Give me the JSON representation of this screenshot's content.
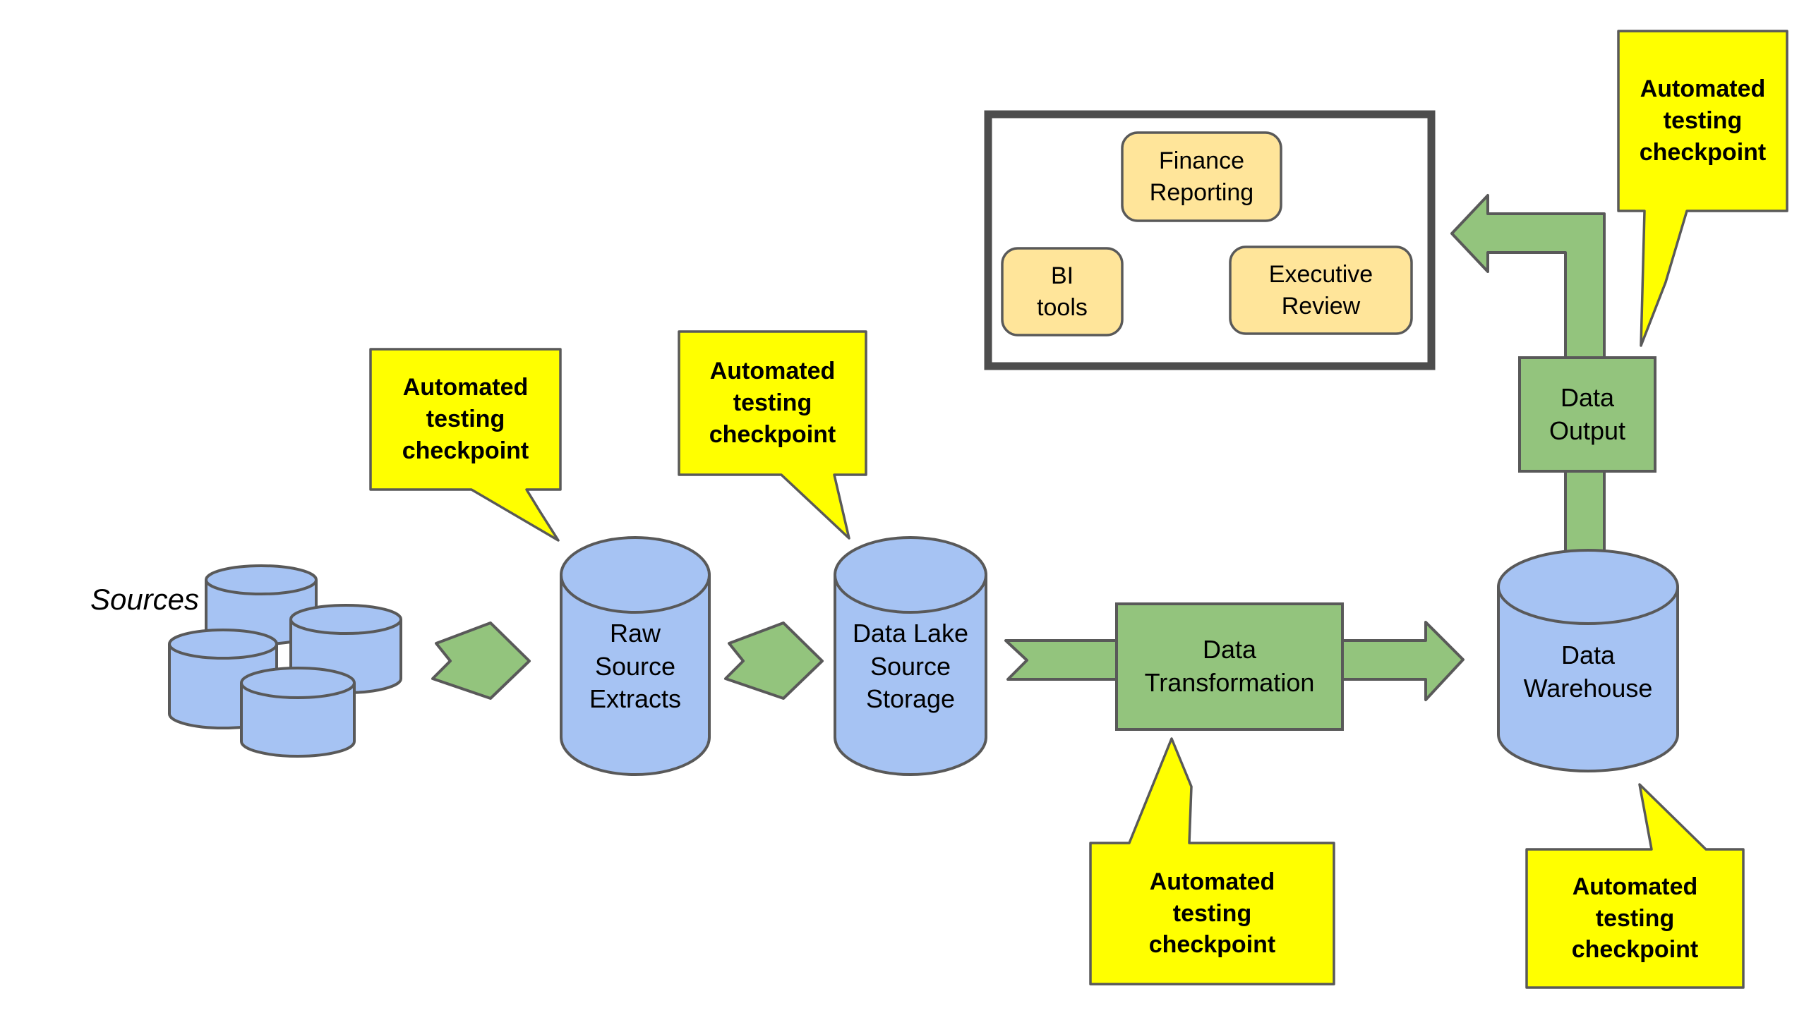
{
  "diagram": {
    "sources_label": "Sources",
    "nodes": {
      "raw": "Raw Source Extracts",
      "data_lake": "Data Lake Source Storage",
      "transformation": "Data Transformation",
      "warehouse": "Data Warehouse",
      "output": "Data Output"
    },
    "reporting": {
      "finance": "Finance Reporting",
      "bi": "BI tools",
      "executive": "Executive Review"
    },
    "checkpoints": {
      "raw": "Automated testing checkpoint",
      "data_lake": "Automated testing checkpoint",
      "transformation": "Automated testing checkpoint",
      "output": "Automated testing checkpoint",
      "warehouse": "Automated testing checkpoint"
    }
  },
  "colors": {
    "blue": "#a6c3f3",
    "green": "#93c47d",
    "yellow": "#ffff00",
    "tan": "#ffe59a",
    "outline": "#595959",
    "frame": "#4d4d4d",
    "text": "#000000"
  }
}
